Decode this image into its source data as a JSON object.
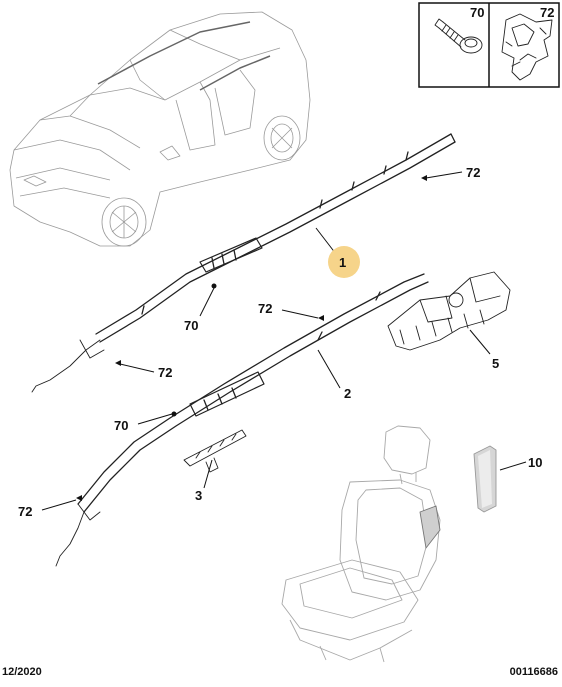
{
  "legend": {
    "bolt_ref": "70",
    "clip_ref": "72"
  },
  "callouts": {
    "part1": "1",
    "part2": "2",
    "part3": "3",
    "part5": "5",
    "part10": "10",
    "ref72_top": "72",
    "ref72_mid": "72",
    "ref72_left_upper": "72",
    "ref72_left_lower": "72",
    "ref70_upper": "70",
    "ref70_lower": "70"
  },
  "colors": {
    "highlight_badge": "#f6d48a"
  },
  "footer": {
    "date": "12/2020",
    "reference": "00116686"
  }
}
